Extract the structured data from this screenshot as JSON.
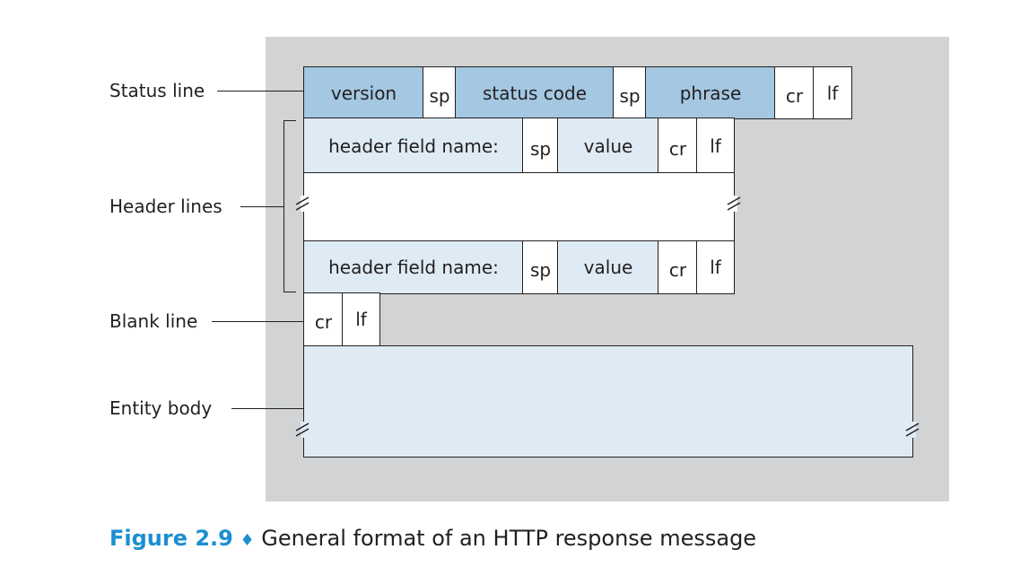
{
  "labels": {
    "status_line": "Status line",
    "header_lines": "Header lines",
    "blank_line": "Blank line",
    "entity_body": "Entity body"
  },
  "status_line": {
    "version": "version",
    "sp1": "sp",
    "status_code": "status code",
    "sp2": "sp",
    "phrase": "phrase",
    "cr": "cr",
    "lf": "lf"
  },
  "header_line_1": {
    "name": "header field name:",
    "sp": "sp",
    "value": "value",
    "cr": "cr",
    "lf": "lf"
  },
  "header_line_2": {
    "name": "header field name:",
    "sp": "sp",
    "value": "value",
    "cr": "cr",
    "lf": "lf"
  },
  "blank_line": {
    "cr": "cr",
    "lf": "lf"
  },
  "caption": {
    "figure_number": "Figure 2.9",
    "separator": "♦",
    "text": "General format of an HTTP response message"
  },
  "colors": {
    "panel": "#d1d3d4",
    "status_field": "#a4c7e2",
    "header_field": "#deebf5",
    "accent": "#1b8fd0"
  }
}
